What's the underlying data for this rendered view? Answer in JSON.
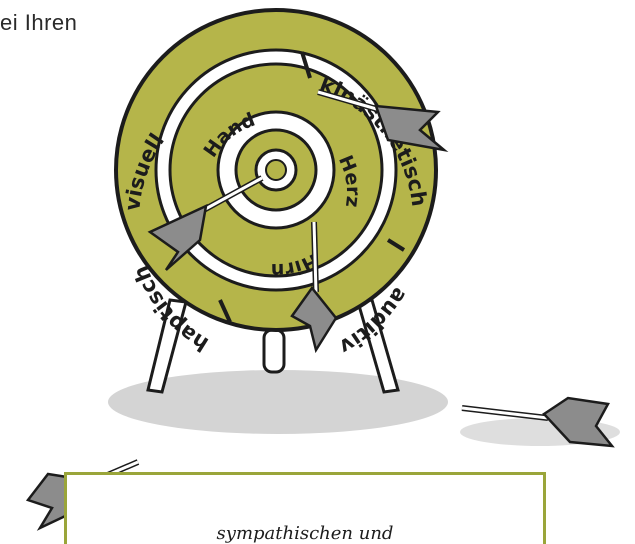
{
  "header": {
    "text": "ei  Ihren"
  },
  "target": {
    "outer_ring": [
      "kinästhetisch",
      "auditiv",
      "haptisch",
      "visuell"
    ],
    "inner_ring": [
      "Herz",
      "Hirn",
      "Hand"
    ],
    "colors": {
      "ring_fill": "#b5b54a",
      "outline": "#1c1c1c",
      "shadow": "#d2d2d2",
      "dart": "#8c8c8c"
    }
  },
  "caption": {
    "text": "sympathischen und"
  }
}
